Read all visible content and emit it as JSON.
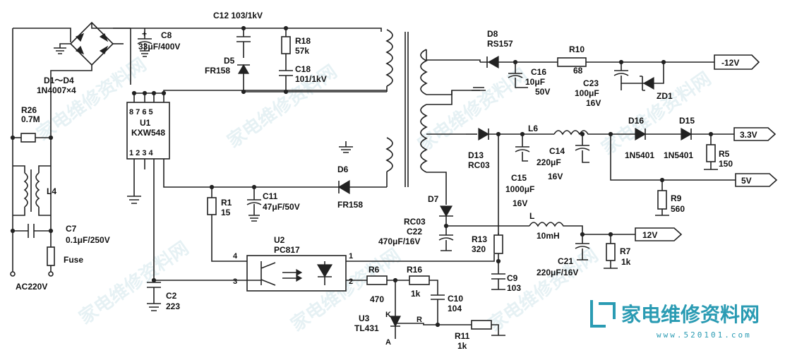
{
  "components": {
    "bridge": {
      "ref": "D1～D4",
      "value": "1N4007×4"
    },
    "r26": {
      "ref": "R26",
      "value": "0.7M"
    },
    "l4": {
      "ref": "L4"
    },
    "c7": {
      "ref": "C7",
      "value": "0.1μF/250V"
    },
    "fuse": {
      "ref": "Fuse"
    },
    "ac": {
      "label": "AC220V"
    },
    "c8": {
      "ref": "C8",
      "value": "33μF/400V"
    },
    "c12": {
      "label": "C12 103/1kV"
    },
    "d5": {
      "ref": "D5",
      "value": "FR158"
    },
    "r18": {
      "ref": "R18",
      "value": "57k"
    },
    "c18": {
      "ref": "C18",
      "value": "101/1kV"
    },
    "u1": {
      "ref": "U1",
      "value": "KXW548",
      "pins_top": "8 7 6 5",
      "pins_bottom": "1 2 3 4"
    },
    "r1": {
      "ref": "R1",
      "value": "15"
    },
    "c11": {
      "ref": "C11",
      "value": "47μF/50V"
    },
    "d6": {
      "ref": "D6",
      "value": "FR158"
    },
    "u2": {
      "ref": "U2",
      "value": "PC817",
      "pin4": "4",
      "pin3": "3",
      "pin1": "1",
      "pin2": "2"
    },
    "c2": {
      "ref": "C2",
      "value": "223"
    },
    "d8": {
      "ref": "D8",
      "value": "RS157"
    },
    "r10": {
      "ref": "R10",
      "value": "68"
    },
    "c16": {
      "ref": "C16",
      "value1": "10μF",
      "value2": "50V"
    },
    "c23": {
      "ref": "C23",
      "value1": "100μF",
      "value2": "16V"
    },
    "zd1": {
      "ref": "ZD1"
    },
    "d13": {
      "ref": "D13",
      "value": "RC03"
    },
    "l6": {
      "ref": "L6"
    },
    "c14": {
      "ref": "C14",
      "value1": "220μF",
      "value2": "16V"
    },
    "c15": {
      "ref": "C15",
      "value1": "1000μF",
      "value2": "16V"
    },
    "d16": {
      "ref": "D16",
      "value": "1N5401"
    },
    "d15": {
      "ref": "D15",
      "value": "1N5401"
    },
    "r5": {
      "ref": "R5",
      "value": "150"
    },
    "r9": {
      "ref": "R9",
      "value": "560"
    },
    "d7": {
      "ref": "D7",
      "value": "RC03"
    },
    "c22": {
      "ref": "C22",
      "value": "470μF/16V"
    },
    "l": {
      "ref": "L",
      "value": "10mH"
    },
    "r13": {
      "ref": "R13",
      "value": "320"
    },
    "c21": {
      "ref": "C21",
      "value": "220μF/16V"
    },
    "r7": {
      "ref": "R7",
      "value": "1k"
    },
    "c9": {
      "ref": "C9",
      "value": "103"
    },
    "r6": {
      "ref": "R6",
      "value": "470"
    },
    "r16": {
      "ref": "R16",
      "value": "1k"
    },
    "c10": {
      "ref": "C10",
      "value": "104"
    },
    "u3": {
      "ref": "U3",
      "value": "TL431",
      "pin_k": "K",
      "pin_r": "R",
      "pin_a": "A"
    },
    "r11": {
      "ref": "R11",
      "value": "1k"
    }
  },
  "outputs": {
    "n12v": "-12V",
    "v33": "3.3V",
    "v5": "5V",
    "v12": "12V"
  },
  "watermark": {
    "text": "家电维修资料网",
    "logo_text": "家电维修资料网",
    "logo_sub": "www.520101.com"
  },
  "colors": {
    "ink": "#222222",
    "logo": "#2a9bb3"
  }
}
